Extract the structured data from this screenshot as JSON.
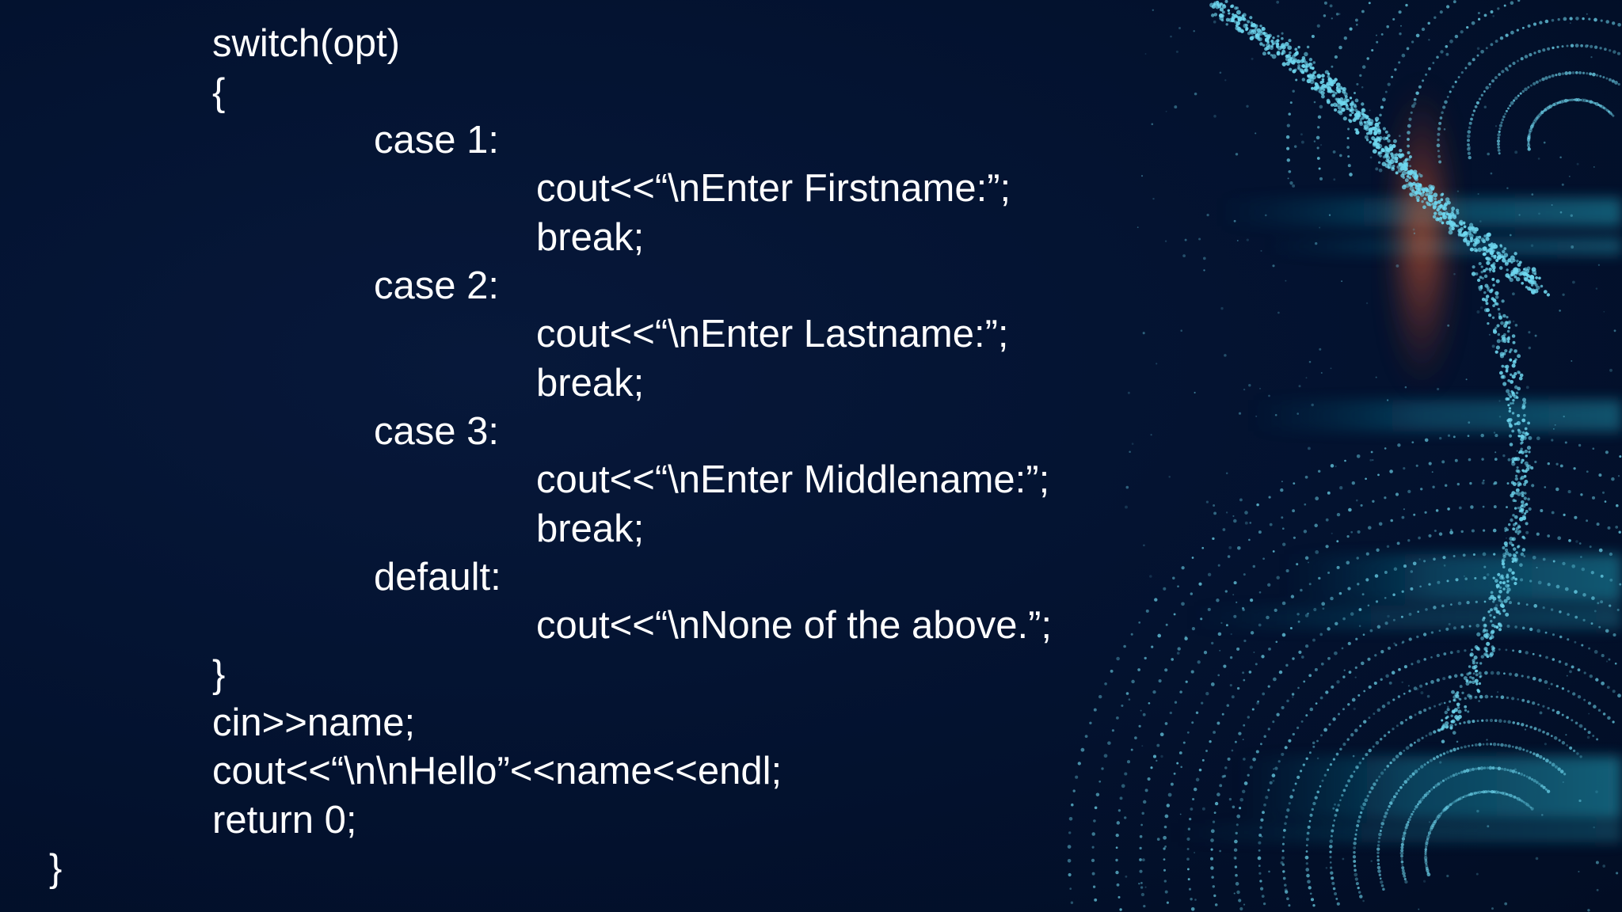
{
  "code_lines": [
    "switch(opt)",
    "{",
    "case 1:",
    "cout<<“\\nEnter Firstname:”;",
    "break;",
    "case 2:",
    "cout<<“\\nEnter Lastname:”;",
    "break;",
    "case 3:",
    "cout<<“\\nEnter Middlename:”;",
    "break;",
    "default:",
    "cout<<“\\nNone of the above.”;",
    "}",
    "cin>>name;",
    "cout<<“\\n\\nHello”<<name<<endl;",
    "return 0;",
    "}"
  ],
  "colors": {
    "background": "#03122f",
    "text": "#ffffff",
    "particle_cyan": "#6fd8f0",
    "glow_orange": "#e0603a"
  },
  "decoration": {
    "description_icon": "particle-wave-graphic"
  }
}
